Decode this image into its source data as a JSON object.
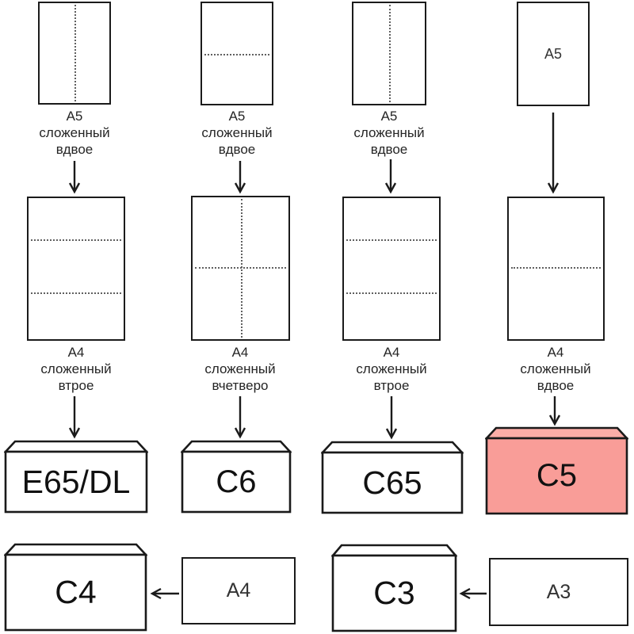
{
  "columns": [
    {
      "top_caption": [
        "A5",
        "сложенный",
        "вдвое"
      ],
      "mid_caption": [
        "A4",
        "сложенный",
        "втрое"
      ],
      "envelope_label": "E65/DL"
    },
    {
      "top_caption": [
        "A5",
        "сложенный",
        "вдвое"
      ],
      "mid_caption": [
        "A4",
        "сложенный",
        "вчетверо"
      ],
      "envelope_label": "C6"
    },
    {
      "top_caption": [
        "A5",
        "сложенный",
        "вдвое"
      ],
      "mid_caption": [
        "A4",
        "сложенный",
        "втрое"
      ],
      "envelope_label": "C65"
    },
    {
      "top_sheet_label": "A5",
      "mid_caption": [
        "A4",
        "сложенный",
        "вдвое"
      ],
      "envelope_label": "C5"
    }
  ],
  "bottom_row": {
    "left": {
      "envelope_label": "C4",
      "source_sheet_label": "A4"
    },
    "right": {
      "envelope_label": "C3",
      "source_sheet_label": "A3"
    }
  },
  "colors": {
    "stroke": "#1a1a1a",
    "c5_highlight_flap": "#fbada7",
    "c5_highlight_body": "#f99d98"
  }
}
